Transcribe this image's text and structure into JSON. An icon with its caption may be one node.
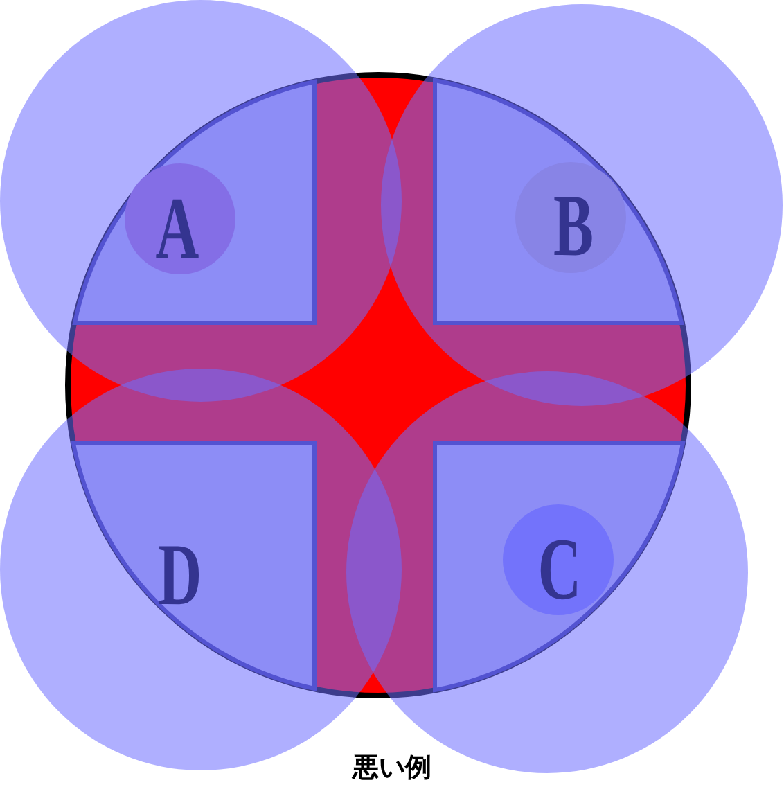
{
  "diagram": {
    "caption": "悪い例",
    "nodes": [
      {
        "text": [
          "A"
        ]
      },
      {
        "text": [
          "B"
        ]
      },
      {
        "text": [
          "D"
        ]
      },
      {
        "text": [
          "C"
        ]
      }
    ]
  }
}
